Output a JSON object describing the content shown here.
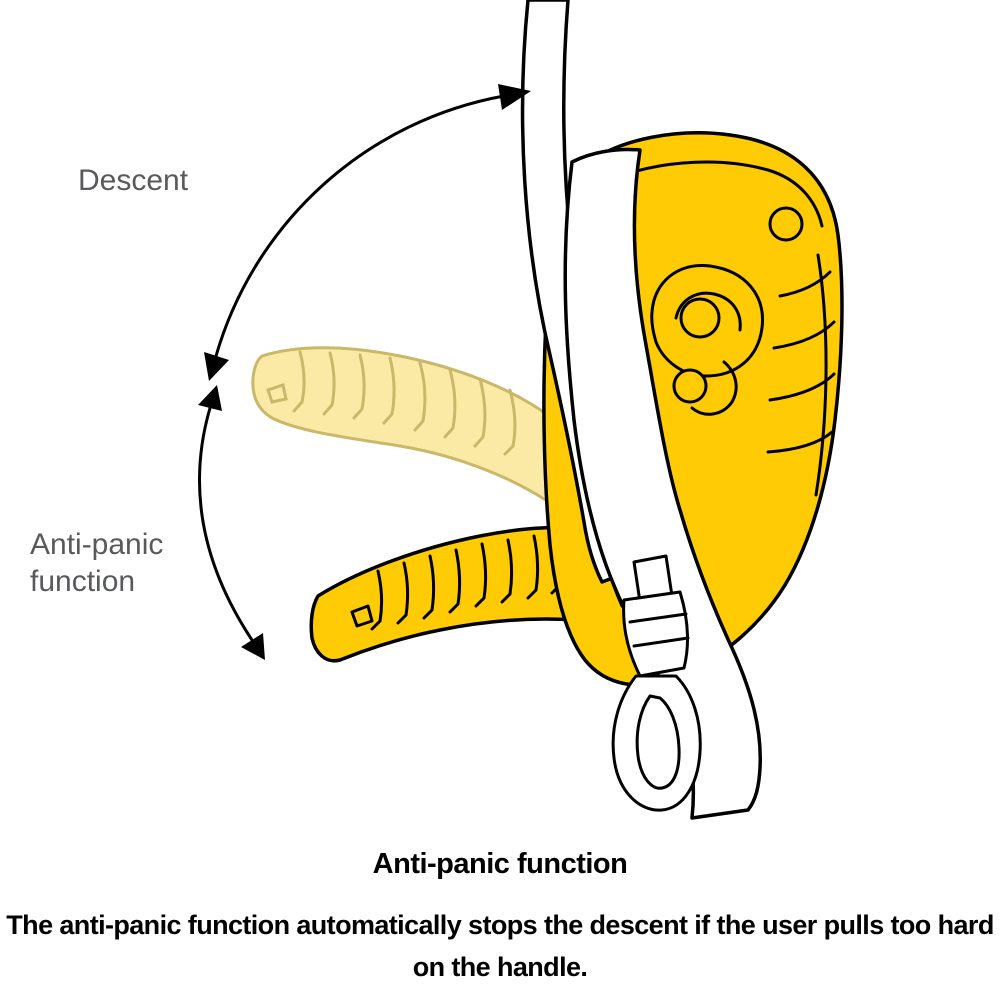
{
  "illustration": {
    "labels": {
      "descent": "Descent",
      "anti_panic_line1": "Anti-panic",
      "anti_panic_line2": "function"
    },
    "icons": {
      "descent_arrow": "curved-double-arrow",
      "anti_panic_arrow": "curved-double-arrow"
    }
  },
  "caption": {
    "title": "Anti-panic function",
    "body": "The anti-panic function automatically stops the descent if the user pulls too hard on the handle."
  },
  "colors": {
    "background": "#ffffff",
    "device_yellow": "#ffcb05",
    "faded_handle_fill": "#fbe9a6",
    "faded_handle_stroke": "#c9b86a",
    "rope_fill": "#ffffff",
    "outline": "#000000",
    "label_gray": "#58595b",
    "caption_black": "#000000"
  }
}
